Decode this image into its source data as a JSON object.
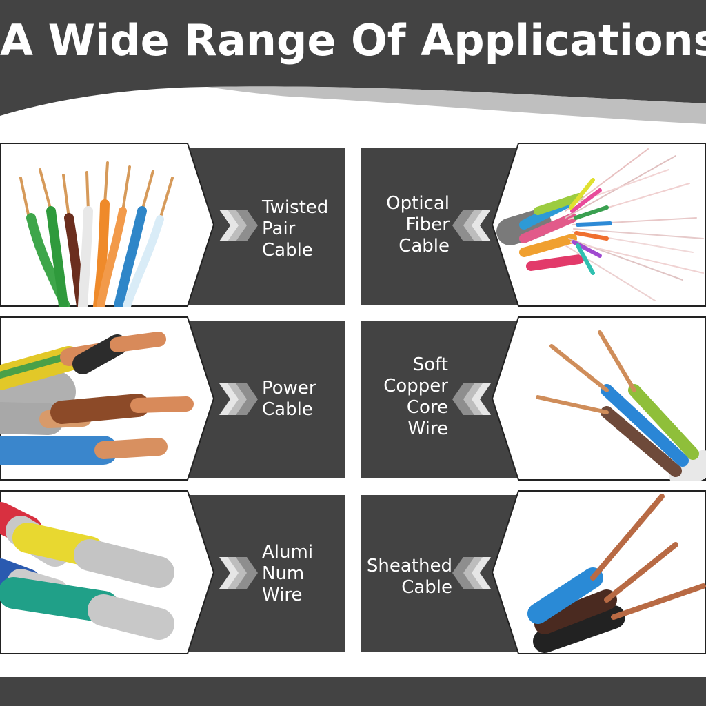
{
  "header": {
    "title": "A Wide Range Of Applications"
  },
  "colors": {
    "panel": "#434343",
    "band": "#bfbfbf",
    "chevron": "#e6e6e6"
  },
  "cards": [
    {
      "label": "Twisted\nPair\nCable",
      "icon": "twisted-pair-cable-photo"
    },
    {
      "label": "Optical\nFiber\nCable",
      "icon": "optical-fiber-cable-photo"
    },
    {
      "label": "Power\nCable",
      "icon": "power-cable-photo"
    },
    {
      "label": "Soft\nCopper\nCore\nWire",
      "icon": "soft-copper-wire-photo"
    },
    {
      "label": "Alumi\nNum\nWire",
      "icon": "aluminum-wire-photo"
    },
    {
      "label": "Sheathed\nCable",
      "icon": "sheathed-cable-photo"
    }
  ]
}
